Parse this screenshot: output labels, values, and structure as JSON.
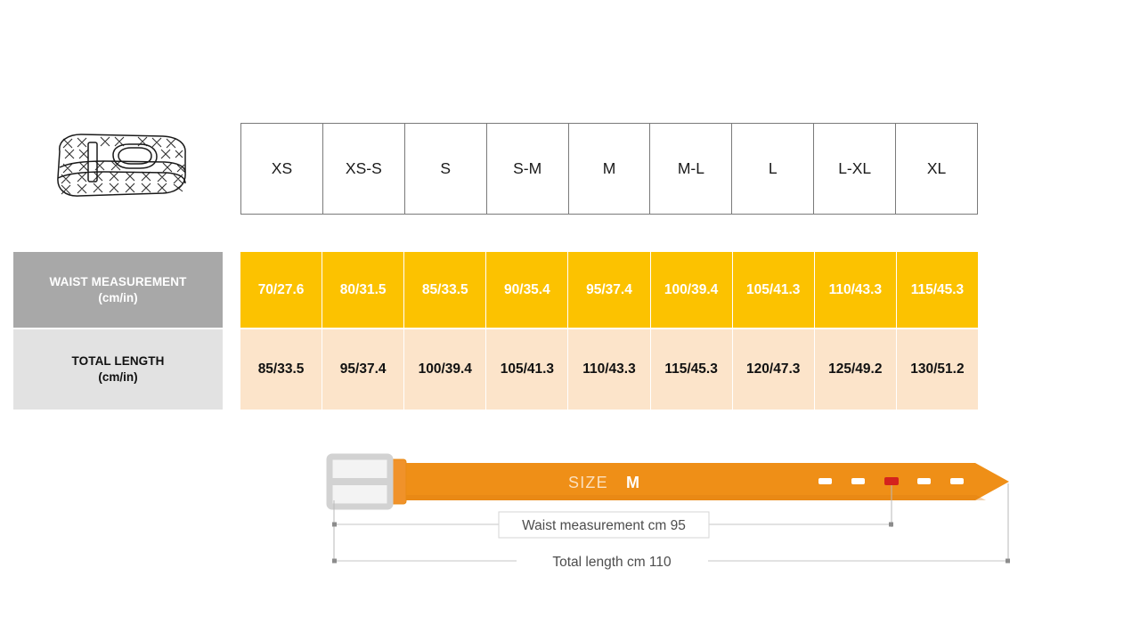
{
  "product_icon": {
    "name": "woven-belt-illustration"
  },
  "table": {
    "sizes": [
      "XS",
      "XS-S",
      "S",
      "S-M",
      "M",
      "M-L",
      "L",
      "L-XL",
      "XL"
    ],
    "rows": [
      {
        "label_main": "WAIST MEASUREMENT",
        "label_sub": "(cm/in)",
        "values": [
          "70/27.6",
          "80/31.5",
          "85/33.5",
          "90/35.4",
          "95/37.4",
          "100/39.4",
          "105/41.3",
          "110/43.3",
          "115/45.3"
        ]
      },
      {
        "label_main": "TOTAL LENGTH",
        "label_sub": "(cm/in)",
        "values": [
          "85/33.5",
          "95/37.4",
          "100/39.4",
          "105/41.3",
          "110/43.3",
          "115/45.3",
          "120/47.3",
          "125/49.2",
          "130/51.2"
        ]
      }
    ]
  },
  "diagram": {
    "size_prefix": "SIZE",
    "size_value": "M",
    "waist_label": "Waist measurement cm 95",
    "total_label": "Total length cm 110",
    "holes_count": 5,
    "active_hole_index": 2
  },
  "colors": {
    "amber": "#fcc200",
    "peach": "#fce4ca",
    "gray_header": "#a8a8a8",
    "gray_light": "#e2e2e2",
    "belt_orange": "#ef8f17",
    "buckle_silver": "#d8d8d8",
    "active_hole_red": "#d4231d",
    "table_border": "#7a7a7a"
  },
  "chart_data": {
    "type": "table",
    "title": "Belt size chart",
    "categories": [
      "XS",
      "XS-S",
      "S",
      "S-M",
      "M",
      "M-L",
      "L",
      "L-XL",
      "XL"
    ],
    "series": [
      {
        "name": "Waist measurement (cm)",
        "values": [
          70,
          80,
          85,
          90,
          95,
          100,
          105,
          110,
          115
        ]
      },
      {
        "name": "Waist measurement (in)",
        "values": [
          27.6,
          31.5,
          33.5,
          35.4,
          37.4,
          39.4,
          41.3,
          43.3,
          45.3
        ]
      },
      {
        "name": "Total length (cm)",
        "values": [
          85,
          95,
          100,
          105,
          110,
          115,
          120,
          125,
          130
        ]
      },
      {
        "name": "Total length (in)",
        "values": [
          33.5,
          37.4,
          39.4,
          41.3,
          43.3,
          45.3,
          47.3,
          49.2,
          51.2
        ]
      }
    ],
    "xlabel": "Size",
    "ylabel": "Measurement",
    "highlighted_category": "M"
  }
}
